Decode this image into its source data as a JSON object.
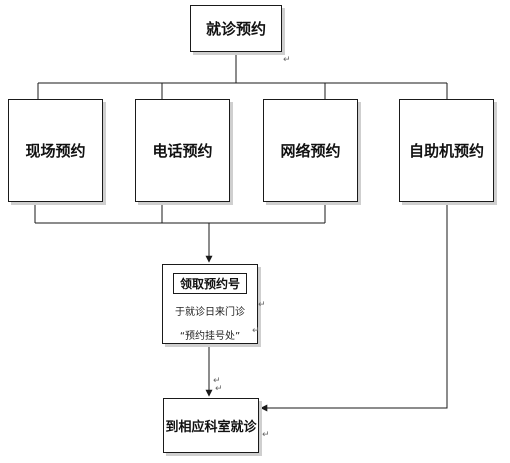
{
  "title": "就诊预约",
  "methods": [
    "现场预约",
    "电话预约",
    "网络预约",
    "自助机预约"
  ],
  "receive": {
    "label": "领取预约号",
    "line1": "于就诊日来门诊",
    "line2": "“预约挂号处”"
  },
  "final": "到相应科室就诊",
  "colors": {
    "line": "#1a1a1a",
    "shadow": "#cfcfcf",
    "text": "#111111"
  }
}
